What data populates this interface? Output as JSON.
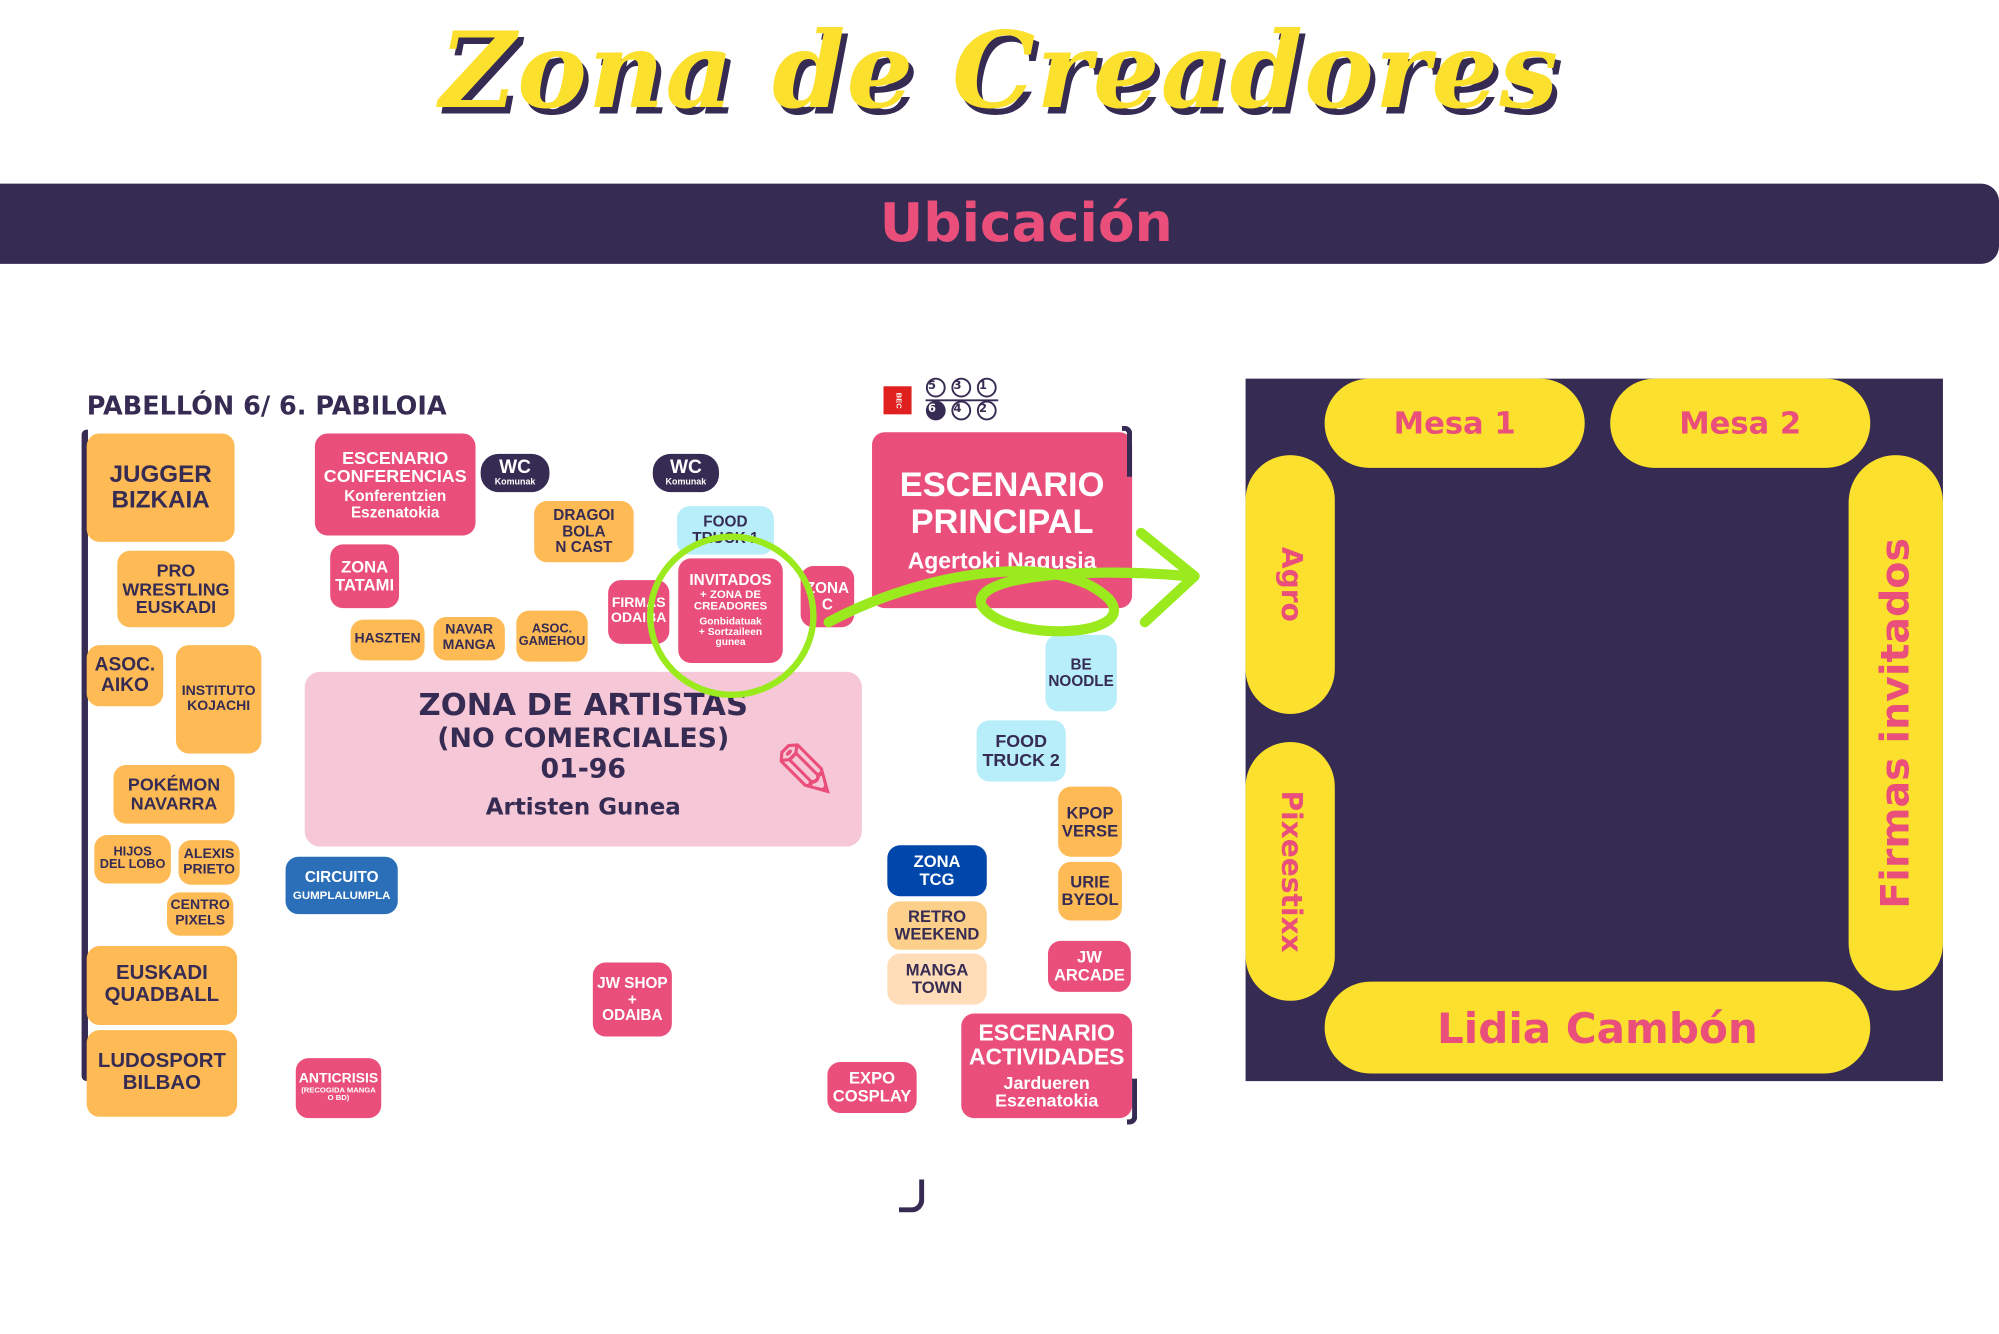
{
  "title": "Zona de Creadores",
  "banner": "Ubicación",
  "hall_label": "PABELLÓN 6/ 6. PABILOIA",
  "bec_logo": "BEC",
  "hall_numbers_top": [
    "5",
    "3",
    "1"
  ],
  "hall_numbers_bottom": [
    "6",
    "4",
    "2"
  ],
  "stands": {
    "jugger": "JUGGER\nBIZKAIA",
    "pro_wrestling": "PRO\nWRESTLING\nEUSKADI",
    "aiko": "ASOC.\nAIKO",
    "kojachi": "INSTITUTO\nKOJACHI",
    "pokemon": "POKÉMON\nNAVARRA",
    "hijos": "HIJOS\nDEL LOBO",
    "alexis": "ALEXIS\nPRIETO",
    "centro": "CENTRO\nPIXELS",
    "quadball": "EUSKADI\nQUADBALL",
    "ludosport": "LUDOSPORT\nBILBAO",
    "conferencias_title": "ESCENARIO\nCONFERENCIAS",
    "conferencias_sub": "Konferentzien\nEszenatokia",
    "wc": "WC",
    "wc_sub": "Komunak",
    "tatami": "ZONA\nTATAMI",
    "dragoi": "DRAGOI\nBOLA\nN CAST",
    "food1": "FOOD\nTRUCK 1",
    "haszten": "HASZTEN",
    "navar": "NAVAR\nMANGA",
    "gamehou": "ASOC.\nGAMEHOU",
    "firmas": "FIRMAS\nODAIBA",
    "invitados_title": "INVITADOS",
    "invitados_sub": "+ ZONA DE\nCREADORES",
    "invitados_eu": "Gonbidatuak\n+ Sortzaileen\ngunea",
    "zona_c": "ZONA\nC",
    "principal_title": "ESCENARIO\nPRINCIPAL",
    "principal_sub": "Agertoki Nagusia",
    "artists_title": "ZONA DE ARTISTAS",
    "artists_sub": "(NO COMERCIALES)",
    "artists_range": "01-96",
    "artists_eu": "Artisten Gunea",
    "benoodle": "BE\nNOODLE",
    "food2": "FOOD\nTRUCK 2",
    "kpop": "KPOP\nVERSE",
    "urie": "URIE\nBYEOL",
    "tcg": "ZONA\nTCG",
    "retro": "RETRO\nWEEKEND",
    "mangatown": "MANGA\nTOWN",
    "jwarcade": "JW\nARCADE",
    "actividades_title": "ESCENARIO\nACTIVIDADES",
    "actividades_sub": "Jardueren\nEszenatokia",
    "expo": "EXPO\nCOSPLAY",
    "jwshop": "JW SHOP\n+\nODAIBA",
    "circuito": "CIRCUITO",
    "circuito_sub": "GUMPLALUMPLA",
    "anticrisis": "ANTICRISIS",
    "anticrisis_sub": "(RECOGIDA MANGA\nO BD)"
  },
  "creators_zone": {
    "mesa1": "Mesa 1",
    "mesa2": "Mesa 2",
    "agro": "Agro",
    "pixeestixx": "Pixeestixx",
    "firmas_invitados": "Firmas invitados",
    "lidia": "Lidia Cambón"
  },
  "colors": {
    "dark": "#362B52",
    "pink": "#E94F7A",
    "yellow": "#FBE02D",
    "orange": "#FDBA55",
    "highlight": "#9BEA1E"
  }
}
